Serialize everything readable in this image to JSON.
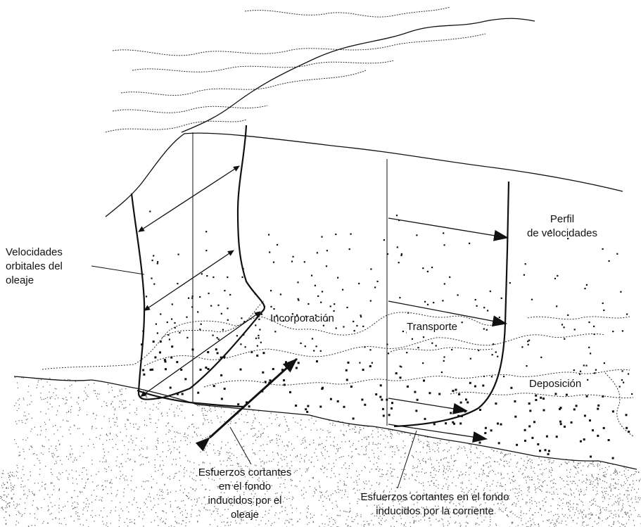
{
  "labels": {
    "orbital": "Velocidades\norbitales del\noleaje",
    "profile": "Perfil\nde velocidades",
    "incorporation": "Incorporación",
    "transport": "Transporte",
    "deposition": "Deposición",
    "shear_wave": "Esfuerzos cortantes\nen el fondo\ninducidos por el\noleaje",
    "shear_current": "Esfuerzos cortantes en el fondo\ninducidos por la corriente"
  },
  "colors": {
    "ink": "#111111",
    "seabed_dots": "#5a5a5a",
    "background": "#ffffff"
  }
}
